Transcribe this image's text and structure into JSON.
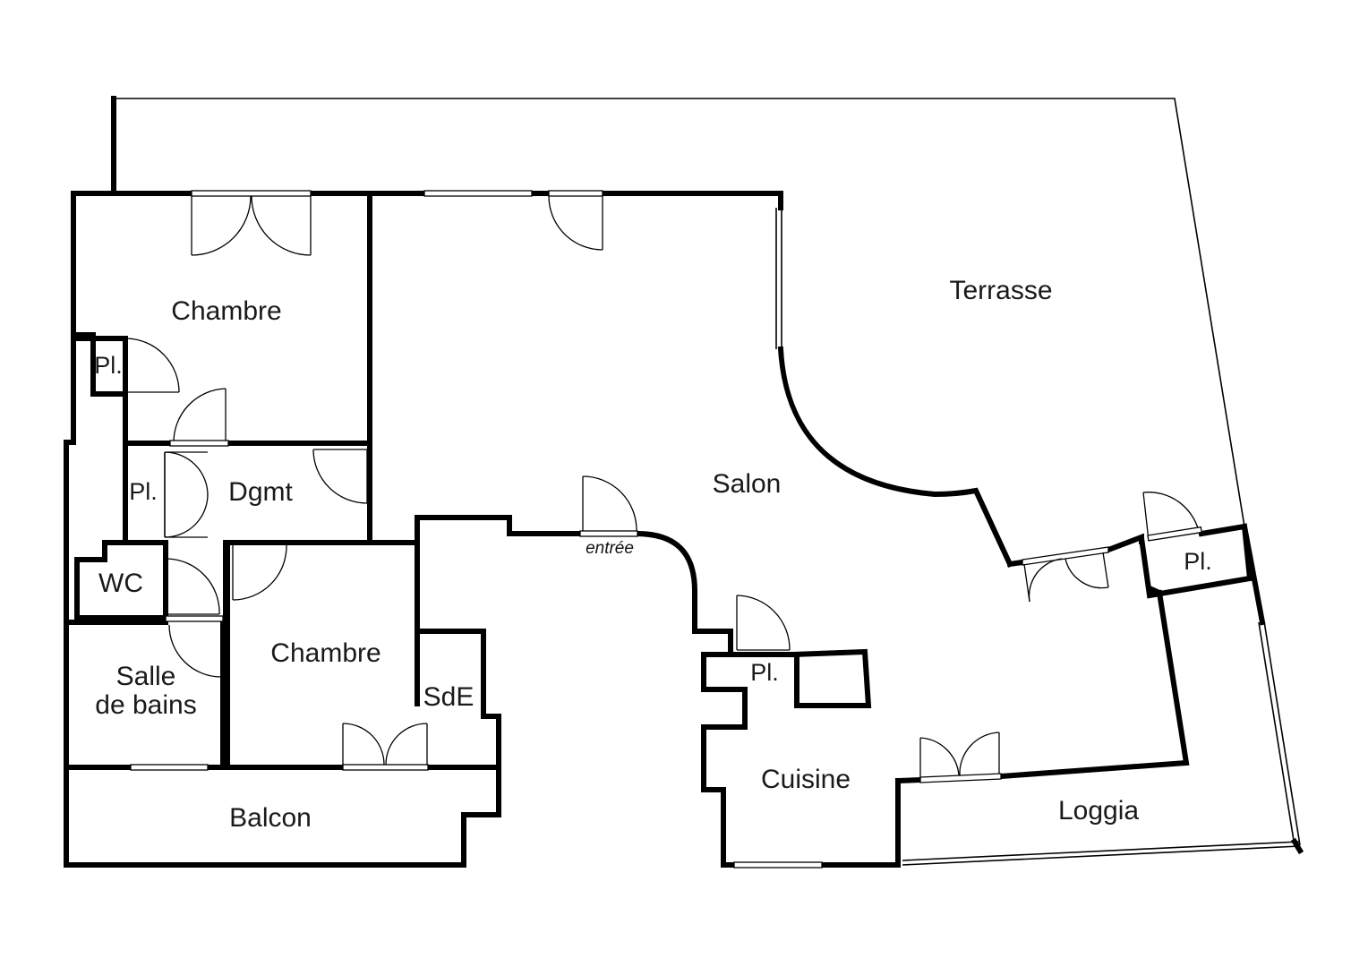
{
  "floorplan": {
    "rooms": {
      "chambre_top": "Chambre",
      "placard_top": "Pl.",
      "placard_dgmt": "Pl.",
      "degagement": "Dgmt",
      "wc": "WC",
      "salle_de_bains_1": "Salle",
      "salle_de_bains_2": "de bains",
      "chambre_bottom": "Chambre",
      "salle_d_eau": "SdE",
      "balcon": "Balcon",
      "salon": "Salon",
      "entree": "entrée",
      "placard_cuisine": "Pl.",
      "cuisine": "Cuisine",
      "terrasse": "Terrasse",
      "placard_loggia": "Pl.",
      "loggia": "Loggia"
    }
  }
}
